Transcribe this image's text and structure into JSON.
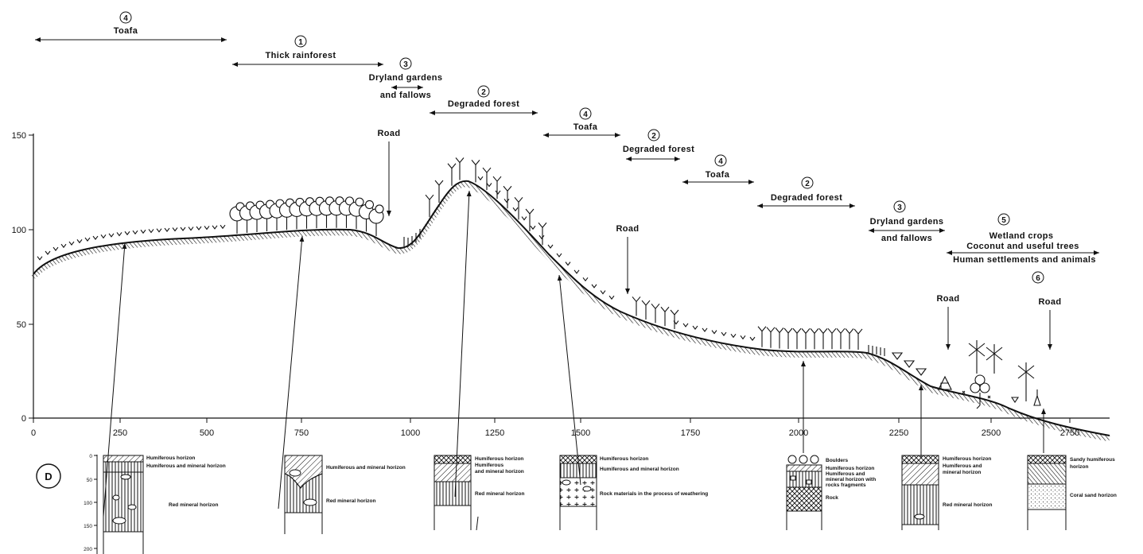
{
  "panel_letter": "D",
  "axis": {
    "y_ticks": [
      "150",
      "100",
      "50",
      "0"
    ],
    "x_ticks": [
      "0",
      "250",
      "500",
      "750",
      "1000",
      "1250",
      "1500",
      "1750",
      "2000",
      "2250",
      "2500",
      "2750"
    ]
  },
  "zones": [
    {
      "num": "4",
      "lines": [
        "Toafa"
      ]
    },
    {
      "num": "1",
      "lines": [
        "Thick rainforest"
      ]
    },
    {
      "num": "3",
      "lines": [
        "Dryland gardens",
        "and fallows"
      ]
    },
    {
      "num": "2",
      "lines": [
        "Degraded forest"
      ]
    },
    {
      "num": "4",
      "lines": [
        "Toafa"
      ]
    },
    {
      "num": "2",
      "lines": [
        "Degraded forest"
      ]
    },
    {
      "num": "4",
      "lines": [
        "Toafa"
      ]
    },
    {
      "num": "2",
      "lines": [
        "Degraded forest"
      ]
    },
    {
      "num": "3",
      "lines": [
        "Dryland gardens",
        "and fallows"
      ]
    },
    {
      "num": "5",
      "lines": [
        "Wetland crops",
        "Coconut and useful trees",
        "Human settlements and animals"
      ]
    },
    {
      "num": "6",
      "lines": []
    }
  ],
  "roads": [
    "Road",
    "Road",
    "Road",
    "Road"
  ],
  "depth_scale": [
    "0",
    "50",
    "100",
    "150",
    "200"
  ],
  "profiles": [
    {
      "horizons": [
        "Humiferous horizon",
        "Humiferous and mineral horizon",
        "Red mineral horizon"
      ]
    },
    {
      "horizons": [
        "Humiferous and mineral horizon",
        "Red mineral horizon"
      ]
    },
    {
      "horizons": [
        "Humiferous horizon",
        "Humiferous",
        "and mineral horizon",
        "Red mineral horizon"
      ]
    },
    {
      "horizons": [
        "Humiferous horizon",
        "Humiferous and mineral horizon",
        "Rock materials in the process of weathering"
      ]
    },
    {
      "horizons": [
        "Boulders",
        "Humiferous horizon",
        "Humiferous and",
        "mineral horizon with",
        "rocks fragments",
        "Rock"
      ]
    },
    {
      "horizons": [
        "Humiferous horizon",
        "Humiferous and",
        "mineral horizon",
        "Red mineral horizon"
      ]
    },
    {
      "horizons": [
        "Sandy humiferous",
        "horizon",
        "Coral sand horizon"
      ]
    }
  ],
  "colors": {
    "ink": "#111111",
    "paper": "#ffffff"
  }
}
